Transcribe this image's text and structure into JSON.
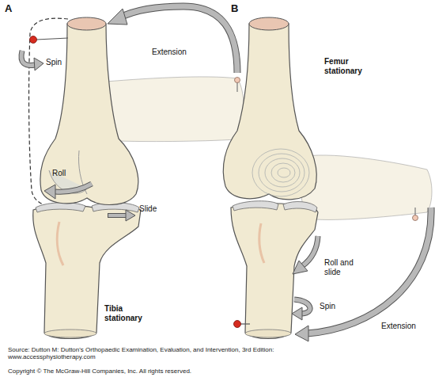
{
  "diagram": {
    "labels": [
      "A",
      "Extension",
      "Spin",
      "Roll",
      "Slide",
      "Tibia stationary",
      "B",
      "Femur stationary",
      "Roll and slide",
      "Spin",
      "Extension",
      "Source: Dutton M: Dutton's Orthopaedic Examination, Evaluation, and Intervention, 3rd Edition: www.accessphysiotherapy.com",
      "Copyright © The McGraw-Hill Companies, Inc. All rights reserved."
    ]
  }
}
